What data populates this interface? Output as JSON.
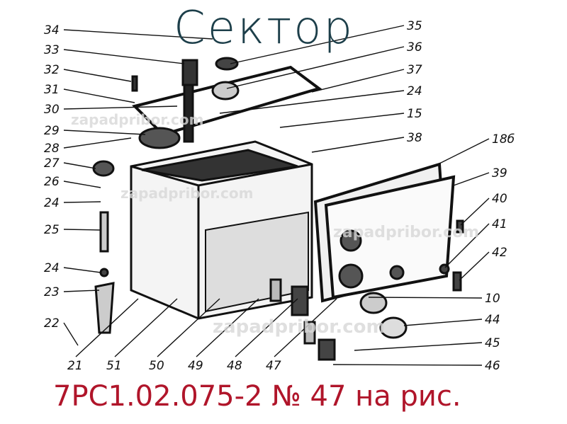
{
  "title": "Сектор",
  "subtitle": "7РС1.02.075-2 № 47 на рис.",
  "watermark": "zapadpribor.com",
  "colors": {
    "title": "#1d3f4a",
    "subtitle": "#b0152a",
    "drawing": "#111111",
    "watermark": "#d8d8d8"
  },
  "labels_left": [
    "34",
    "33",
    "32",
    "31",
    "30",
    "29",
    "28",
    "27",
    "26",
    "24",
    "25",
    "24",
    "23",
    "22"
  ],
  "labels_right": [
    "35",
    "36",
    "37",
    "24",
    "15",
    "38",
    "18б",
    "39",
    "40",
    "41",
    "42",
    "10",
    "44",
    "45",
    "46"
  ],
  "labels_bottom": [
    "21",
    "51",
    "50",
    "49",
    "48",
    "47"
  ]
}
